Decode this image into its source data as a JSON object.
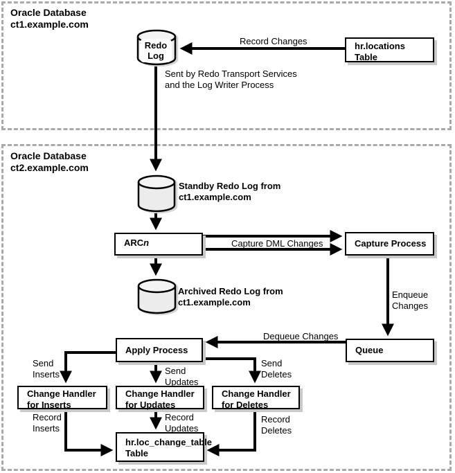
{
  "diagram": {
    "db1": {
      "title": "Oracle Database\nct1.example.com"
    },
    "db2": {
      "title": "Oracle Database\nct2.example.com"
    },
    "nodes": {
      "redo_log": "Redo\nLog",
      "hr_locations_table": "hr.locations\nTable",
      "standby_redo_log": "Standby Redo Log from\nct1.example.com",
      "arcn_prefix": "ARC",
      "arcn_suffix": "n",
      "archived_redo_log": "Archived Redo Log from\nct1.example.com",
      "capture_process": "Capture Process",
      "queue": "Queue",
      "apply_process": "Apply Process",
      "change_handler_inserts": "Change Handler\nfor Inserts",
      "change_handler_updates": "Change Handler\nfor Updates",
      "change_handler_deletes": "Change Handler\nfor Deletes",
      "change_table": "hr.loc_change_table\nTable"
    },
    "labels": {
      "record_changes": "Record Changes",
      "sent_by": "Sent by Redo Transport Services\nand the Log Writer Process",
      "capture_dml_changes": "Capture DML Changes",
      "enqueue_changes": "Enqueue\nChanges",
      "dequeue_changes": "Dequeue Changes",
      "send_inserts": "Send\nInserts",
      "send_updates": "Send\nUpdates",
      "send_deletes": "Send\nDeletes",
      "record_inserts": "Record\nInserts",
      "record_updates": "Record\nUpdates",
      "record_deletes": "Record\nDeletes"
    },
    "colors": {
      "line": "#000000",
      "box_border": "#000000",
      "box_shadow": "#c9c9c9",
      "dashed_border": "#a9a9a9",
      "cylinder_fill": "#ececec",
      "background": "#ffffff"
    }
  }
}
